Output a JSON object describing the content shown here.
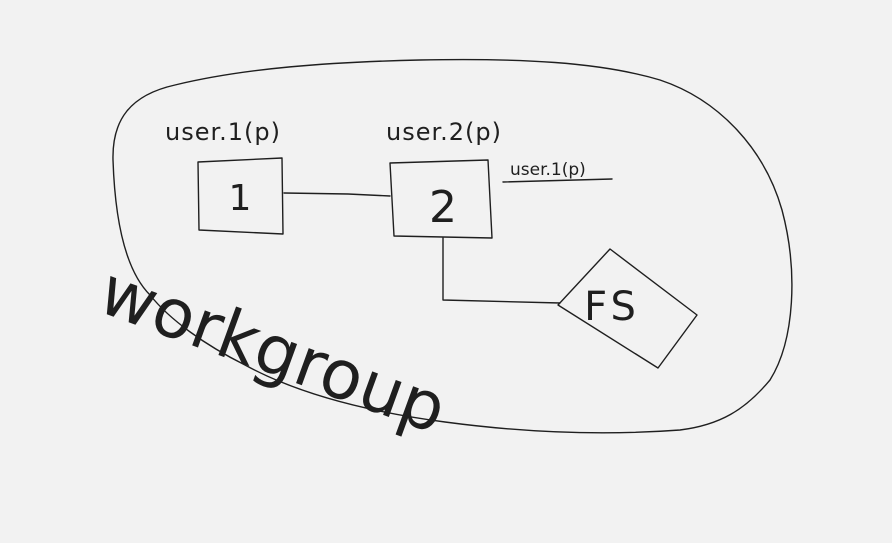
{
  "nodes": {
    "node1": {
      "number": "1",
      "user_label": "user.1(p)"
    },
    "node2": {
      "number": "2",
      "user_label": "user.2(p)",
      "secondary_user_label": "user.1(p)"
    },
    "fs": {
      "label": "FS"
    }
  },
  "group": {
    "label": "workgroup"
  },
  "colors": {
    "ink": "#1f1f1f",
    "paper": "#f2f2f2"
  }
}
